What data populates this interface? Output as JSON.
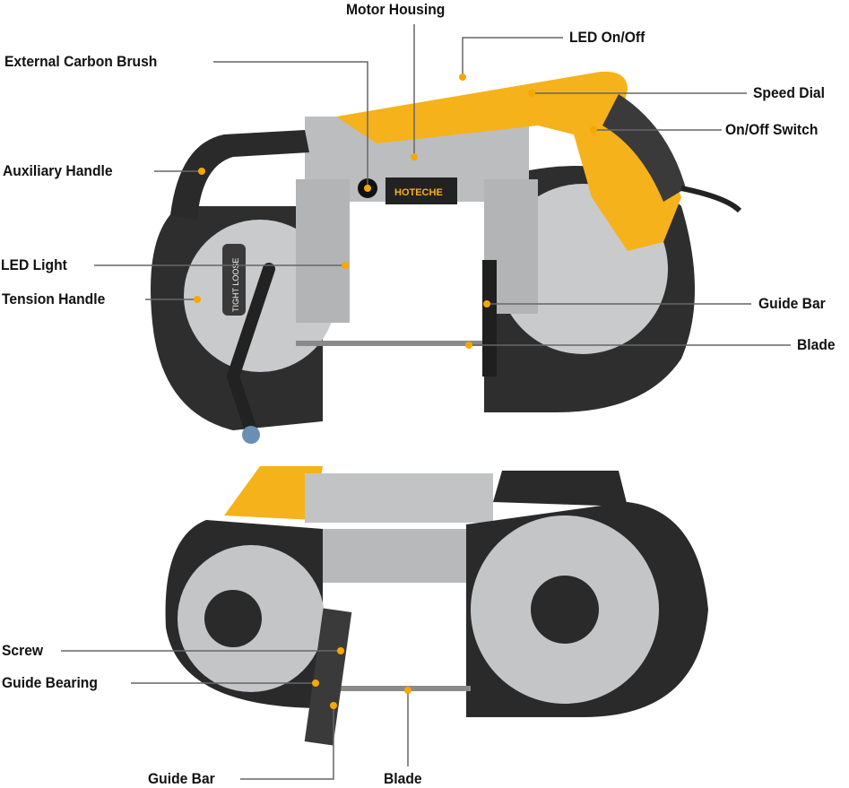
{
  "brand": "HOTECHE",
  "tension_marks": "TIGHT LOOSE",
  "top_view": {
    "labels": {
      "motor_housing": "Motor Housing",
      "led_on_off": "LED On/Off",
      "external_carbon_brush": "External Carbon Brush",
      "speed_dial": "Speed Dial",
      "on_off_switch": "On/Off Switch",
      "auxiliary_handle": "Auxiliary Handle",
      "led_light": "LED Light",
      "tension_handle": "Tension Handle",
      "guide_bar": "Guide Bar",
      "blade": "Blade"
    }
  },
  "bottom_view": {
    "labels": {
      "screw": "Screw",
      "guide_bearing": "Guide Bearing",
      "guide_bar": "Guide Bar",
      "blade": "Blade"
    }
  },
  "colors": {
    "accent": "#F5B21B",
    "body_dark": "#2b2b2b",
    "metal": "#bfc1c3",
    "leader": "#666666"
  }
}
